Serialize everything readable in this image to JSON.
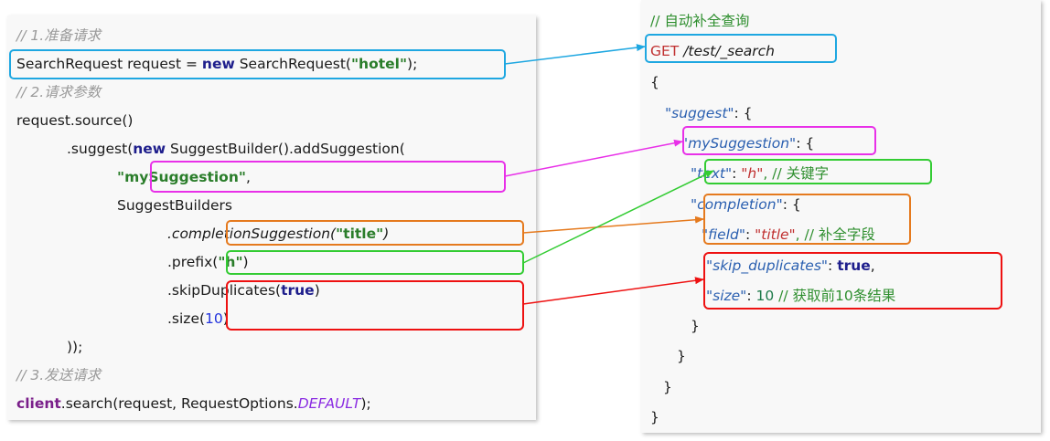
{
  "left_code": {
    "comment_1": "// 1.准备请求",
    "l_req_a": "SearchRequest request = ",
    "l_req_new": "new",
    "l_req_b": " SearchRequest(",
    "l_req_str": "\"hotel\"",
    "l_req_c": ");",
    "comment_2": "// 2.请求参数",
    "l_source": "request.source()",
    "l_suggest_a": ".suggest(",
    "l_suggest_new": "new",
    "l_suggest_b": " SuggestBuilder().addSuggestion(",
    "l_name_str": "\"mySuggestion\"",
    "l_name_comma": ",",
    "l_builders": "SuggestBuilders",
    "l_compl_a": ".completionSuggestion(",
    "l_compl_str": "\"title\"",
    "l_compl_b": ")",
    "l_prefix_a": ".prefix(",
    "l_prefix_str": "\"h\"",
    "l_prefix_b": ")",
    "l_skip_a": ".skipDuplicates(",
    "l_skip_kw": "true",
    "l_skip_b": ")",
    "l_size_a": ".size(",
    "l_size_num": "10",
    "l_size_b": ")",
    "l_close": "));",
    "comment_3": "// 3.发送请求",
    "l_client": "client",
    "l_search": ".search(request, RequestOptions.",
    "l_default": "DEFAULT",
    "l_search_end": ");"
  },
  "right_code": {
    "comment": "// 自动补全查询",
    "method": "GET",
    "path": " /test/_search",
    "open_brace": "{",
    "suggest_key": "\"suggest\"",
    "suggest_rest": ": {",
    "my_key": "\"mySuggestion\"",
    "my_rest": ": {",
    "text_key": "\"text\"",
    "text_colon": ": ",
    "text_val": "\"h\"",
    "text_comment": ", // 关键字",
    "completion_key": "\"completion\"",
    "completion_rest": ": {",
    "field_key": "\"field\"",
    "field_colon": ": ",
    "field_val": "\"title\"",
    "field_comment": ", // 补全字段",
    "skip_key": "\"skip_duplicates\"",
    "skip_colon": ": ",
    "skip_val": "true",
    "skip_comma": ",",
    "size_key": "\"size\"",
    "size_colon": ": ",
    "size_val": "10",
    "size_comment": " // 获取前10条结果",
    "close_3": "}",
    "close_2": "}",
    "close_1": "}",
    "close_0": "}"
  },
  "colors": {
    "blue": "#1ea7e1",
    "magenta": "#e830e8",
    "orange": "#e57a1e",
    "green": "#33cc33",
    "red": "#ee1111"
  }
}
